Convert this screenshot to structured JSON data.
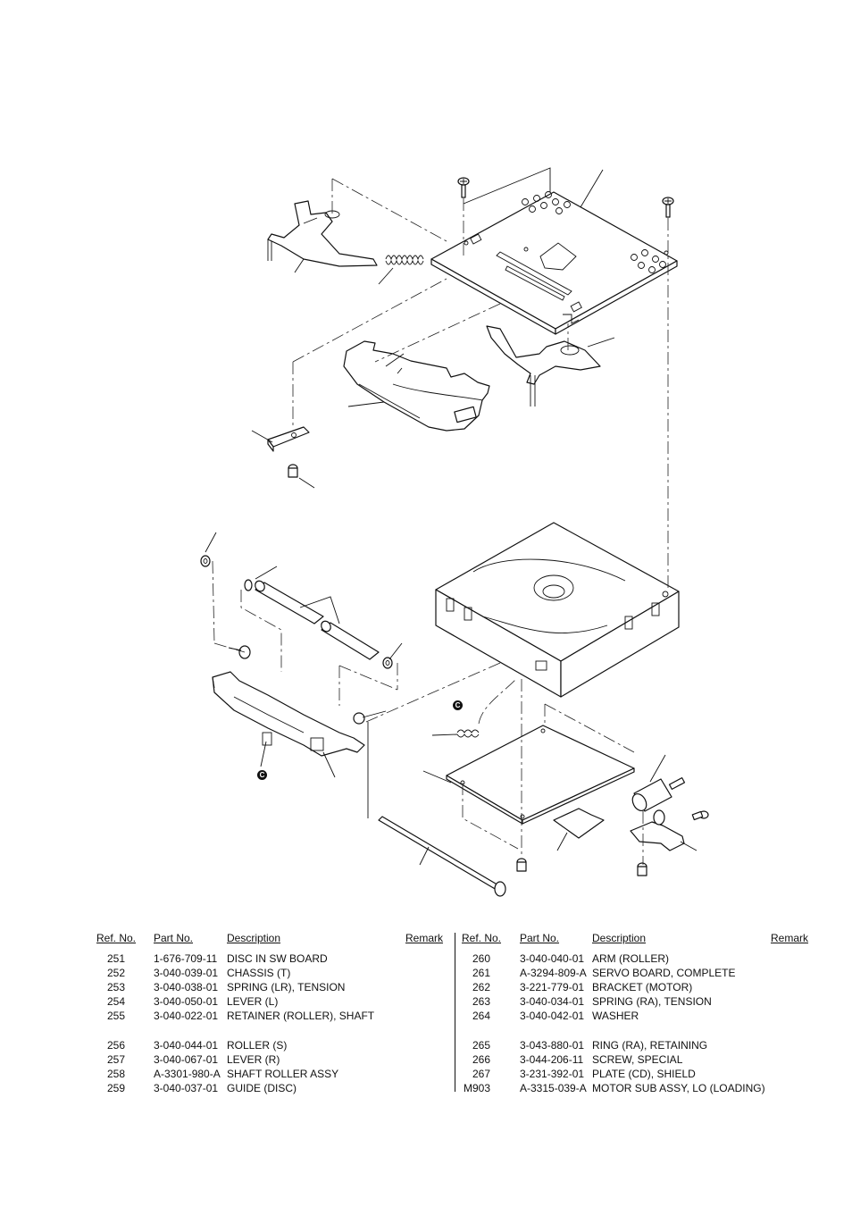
{
  "table_headers": {
    "ref_no": "Ref. No.",
    "part_no": "Part No.",
    "description": "Description",
    "remark": "Remark"
  },
  "callout_marker": "C",
  "parts_left": [
    {
      "ref": "251",
      "part_no": "1-676-709-11",
      "description": "DISC IN SW BOARD",
      "remark": ""
    },
    {
      "ref": "252",
      "part_no": "3-040-039-01",
      "description": "CHASSIS (T)",
      "remark": ""
    },
    {
      "ref": "253",
      "part_no": "3-040-038-01",
      "description": "SPRING (LR), TENSION",
      "remark": ""
    },
    {
      "ref": "254",
      "part_no": "3-040-050-01",
      "description": "LEVER (L)",
      "remark": ""
    },
    {
      "ref": "255",
      "part_no": "3-040-022-01",
      "description": "RETAINER (ROLLER), SHAFT",
      "remark": ""
    },
    {
      "ref": "256",
      "part_no": "3-040-044-01",
      "description": "ROLLER (S)",
      "remark": ""
    },
    {
      "ref": "257",
      "part_no": "3-040-067-01",
      "description": "LEVER (R)",
      "remark": ""
    },
    {
      "ref": "258",
      "part_no": "A-3301-980-A",
      "description": "SHAFT ROLLER ASSY",
      "remark": ""
    },
    {
      "ref": "259",
      "part_no": "3-040-037-01",
      "description": "GUIDE (DISC)",
      "remark": ""
    }
  ],
  "parts_right": [
    {
      "ref": "260",
      "part_no": "3-040-040-01",
      "description": "ARM (ROLLER)",
      "remark": ""
    },
    {
      "ref": "261",
      "part_no": "A-3294-809-A",
      "description": "SERVO BOARD, COMPLETE",
      "remark": ""
    },
    {
      "ref": "262",
      "part_no": "3-221-779-01",
      "description": "BRACKET (MOTOR)",
      "remark": ""
    },
    {
      "ref": "263",
      "part_no": "3-040-034-01",
      "description": "SPRING (RA), TENSION",
      "remark": ""
    },
    {
      "ref": "264",
      "part_no": "3-040-042-01",
      "description": "WASHER",
      "remark": ""
    },
    {
      "ref": "265",
      "part_no": "3-043-880-01",
      "description": "RING (RA), RETAINING",
      "remark": ""
    },
    {
      "ref": "266",
      "part_no": "3-044-206-11",
      "description": "SCREW, SPECIAL",
      "remark": ""
    },
    {
      "ref": "267",
      "part_no": "3-231-392-01",
      "description": "PLATE (CD), SHIELD",
      "remark": ""
    },
    {
      "ref": "M903",
      "part_no": "A-3315-039-A",
      "description": "MOTOR SUB ASSY, LO (LOADING)",
      "remark": ""
    }
  ]
}
